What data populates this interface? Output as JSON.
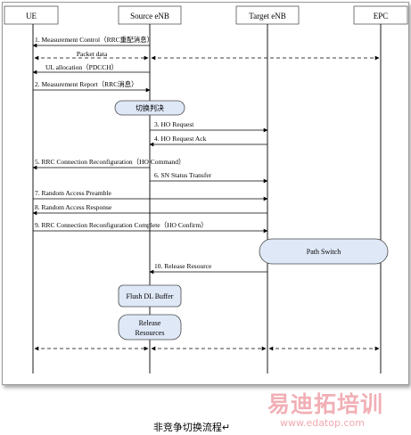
{
  "entities": [
    "UE",
    "Source eNB",
    "Target eNB",
    "EPC"
  ],
  "messages": [
    {
      "label": "1. Measurement Control（RRC重配消息）",
      "from": 1,
      "to": 0
    },
    {
      "label": "Packet data",
      "from": 1,
      "to": 0,
      "dashed": true,
      "bidirectional": true
    },
    {
      "label": "",
      "from": 1,
      "to": 3,
      "dashed": true,
      "bidirectional": true
    },
    {
      "label": "UL allocation（PDCCH）",
      "from": 1,
      "to": 0
    },
    {
      "label": "2. Measurement Report（RRC消息）",
      "from": 0,
      "to": 1
    },
    {
      "label": "3. HO Request",
      "from": 1,
      "to": 2
    },
    {
      "label": "4. HO Request Ack",
      "from": 2,
      "to": 1
    },
    {
      "label": "5. RRC Connection Reconfiguration（HO Command）",
      "from": 1,
      "to": 0
    },
    {
      "label": "6. SN Status Transfer",
      "from": 1,
      "to": 2
    },
    {
      "label": "7. Random Access Preamble",
      "from": 0,
      "to": 2
    },
    {
      "label": "8. Random Access Response",
      "from": 2,
      "to": 0
    },
    {
      "label": "9. RRC Connection Reconfiguration Complete（HO Confirm）",
      "from": 0,
      "to": 2
    },
    {
      "label": "10. Release Resource",
      "from": 2,
      "to": 1
    },
    {
      "label": "",
      "from": 0,
      "to": 1,
      "dashed": true,
      "bidirectional": true
    },
    {
      "label": "",
      "from": 1,
      "to": 2,
      "dashed": true,
      "bidirectional": true
    },
    {
      "label": "",
      "from": 2,
      "to": 3,
      "dashed": true,
      "bidirectional": true
    }
  ],
  "processes": [
    "切换判决",
    "Path Switch",
    "Flush DL Buffer",
    "Release Resources"
  ],
  "caption": "非竞争切换流程↵",
  "watermark": {
    "brand": "易迪拓培训",
    "url": "www.edatop.com"
  },
  "colors": {
    "line": "#000000",
    "process_fill": "#dfe8f7",
    "process_stroke": "#4a4a4a",
    "watermark": "#e76f7a"
  }
}
